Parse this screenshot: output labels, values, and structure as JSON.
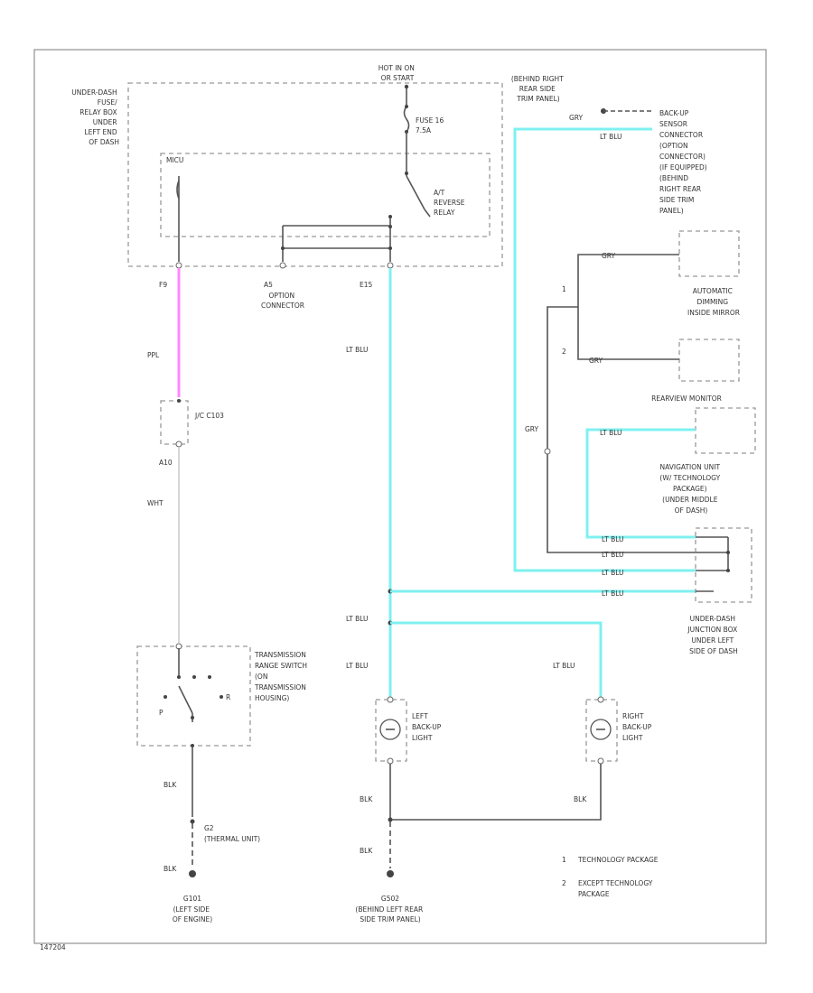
{
  "colors": {
    "lt_blu_wire": "#7ff0f0",
    "ppl_wire": "#ff88ff",
    "wht_wire": "#cccccc",
    "blk_wire": "#555555",
    "frame": "#999999"
  },
  "fuse_box": {
    "label": [
      "UNDER-DASH",
      "FUSE/",
      "RELAY BOX",
      "UNDER",
      "LEFT END",
      "OF DASH"
    ],
    "hot_label": [
      "HOT IN ON",
      "OR START"
    ],
    "fuse_label": [
      "FUSE 16",
      "7.5A"
    ],
    "relay_label": [
      "A/T",
      "REVERSE",
      "RELAY"
    ],
    "inner_label": "MICU",
    "pin_f9": "F9",
    "pin_e15": "E15"
  },
  "option_connector": {
    "id": "A5",
    "label": [
      "OPTION",
      "CONNECTOR"
    ]
  },
  "backup_sensor": {
    "location": [
      "(BEHIND RIGHT",
      "REAR SIDE",
      "TRIM PANEL)"
    ],
    "wire_gry": "GRY",
    "wire_ltblu": "LT BLU",
    "label": [
      "BACK-UP",
      "SENSOR",
      "CONNECTOR",
      "(OPTION",
      "CONNECTOR)",
      "(IF EQUIPPED)",
      "(BEHIND",
      "RIGHT REAR",
      "SIDE TRIM",
      "PANEL)"
    ]
  },
  "mirror": {
    "label": [
      "AUTOMATIC",
      "DIMMING",
      "INSIDE MIRROR"
    ],
    "variant1": "1",
    "variant2": "2",
    "wire_gry1": "GRY",
    "wire_gry2": "GRY",
    "wire_gry3": "GRY"
  },
  "rearview_monitor": {
    "label": "REARVIEW MONITOR",
    "wire": "LT BLU"
  },
  "navigation": {
    "label": [
      "NAVIGATION UNIT",
      "(W/ TECHNOLOGY",
      "PACKAGE)",
      "(UNDER MIDDLE",
      "OF DASH)"
    ]
  },
  "junction_box": {
    "label": [
      "UNDER-DASH",
      "JUNCTION BOX",
      "UNDER LEFT",
      "SIDE OF DASH"
    ],
    "wires": [
      "LT BLU",
      "LT BLU",
      "LT BLU",
      "LT BLU"
    ]
  },
  "wire_labels": {
    "ppl": "PPL",
    "wht": "WHT",
    "lt_blu_e15": "LT BLU",
    "lt_blu_mid": "LT BLU",
    "lt_blu_left_lamp": "LT BLU",
    "lt_blu_right_lamp": "LT BLU",
    "blk_switch_upper": "BLK",
    "blk_switch_lower": "BLK",
    "blk_lamp_left": "BLK",
    "blk_lamp_right": "BLK",
    "blk_lamp_ground": "BLK"
  },
  "connector_c103": {
    "label": "J/C C103",
    "pin_a10": "A10"
  },
  "transmission_switch": {
    "label": [
      "TRANSMISSION",
      "RANGE SWITCH",
      "(ON",
      "TRANSMISSION",
      "HOUSING)"
    ],
    "pos_p": "P",
    "pos_r": "R"
  },
  "ground_g1": {
    "id": "G101",
    "label": [
      "(LEFT SIDE",
      "OF ENGINE)"
    ]
  },
  "thermal_unit": {
    "label": [
      "G2",
      "(THERMAL UNIT)"
    ]
  },
  "left_lamp": {
    "label": [
      "LEFT",
      "BACK-UP",
      "LIGHT"
    ]
  },
  "right_lamp": {
    "label": [
      "RIGHT",
      "BACK-UP",
      "LIGHT"
    ]
  },
  "ground_g2": {
    "id": "G502",
    "label": [
      "(BEHIND LEFT REAR",
      "SIDE TRIM PANEL)"
    ]
  },
  "legend": {
    "items": [
      {
        "num": "1",
        "text": [
          "TECHNOLOGY PACKAGE"
        ]
      },
      {
        "num": "2",
        "text": [
          "EXCEPT TECHNOLOGY",
          "PACKAGE"
        ]
      }
    ]
  },
  "diagram_id": "147204"
}
